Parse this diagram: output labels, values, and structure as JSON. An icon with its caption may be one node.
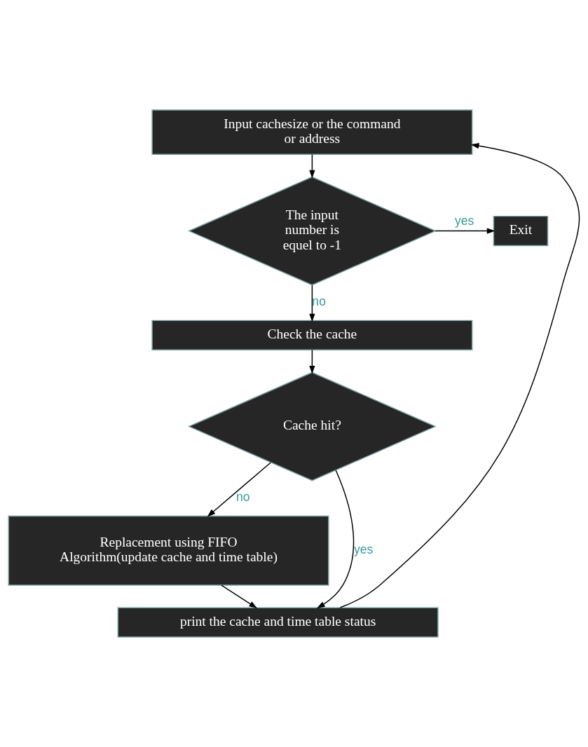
{
  "diagram": {
    "nodes": [
      {
        "text": [
          "Input cachesize or the command or address"
        ]
      },
      {
        "text": [
          "The input number is equel to -1"
        ]
      },
      {
        "text": [
          "Exit"
        ]
      },
      {
        "text": [
          "Check the cache"
        ]
      },
      {
        "text": [
          "Cache hit?"
        ]
      },
      {
        "text": [
          "Replacement using FIFO Algorithm(update cache and time table)"
        ]
      },
      {
        "text": [
          "print the cache and time table status"
        ]
      }
    ],
    "edges": [
      {
        "from": 0,
        "to": 1,
        "arrow": "to"
      },
      {
        "from": 1,
        "to": 2,
        "arrow": "to",
        "label": "yes"
      },
      {
        "from": 1,
        "to": 3,
        "arrow": "to",
        "label": "no"
      },
      {
        "from": 3,
        "to": 4,
        "arrow": "to"
      },
      {
        "from": 4,
        "to": 6,
        "arrow": "to",
        "label": "yes"
      },
      {
        "from": 4,
        "to": 5,
        "arrow": "to",
        "label": "no"
      },
      {
        "from": 5,
        "to": 6,
        "arrow": "to"
      },
      {
        "from": 6,
        "to": 0,
        "arrow": "to"
      }
    ]
  }
}
